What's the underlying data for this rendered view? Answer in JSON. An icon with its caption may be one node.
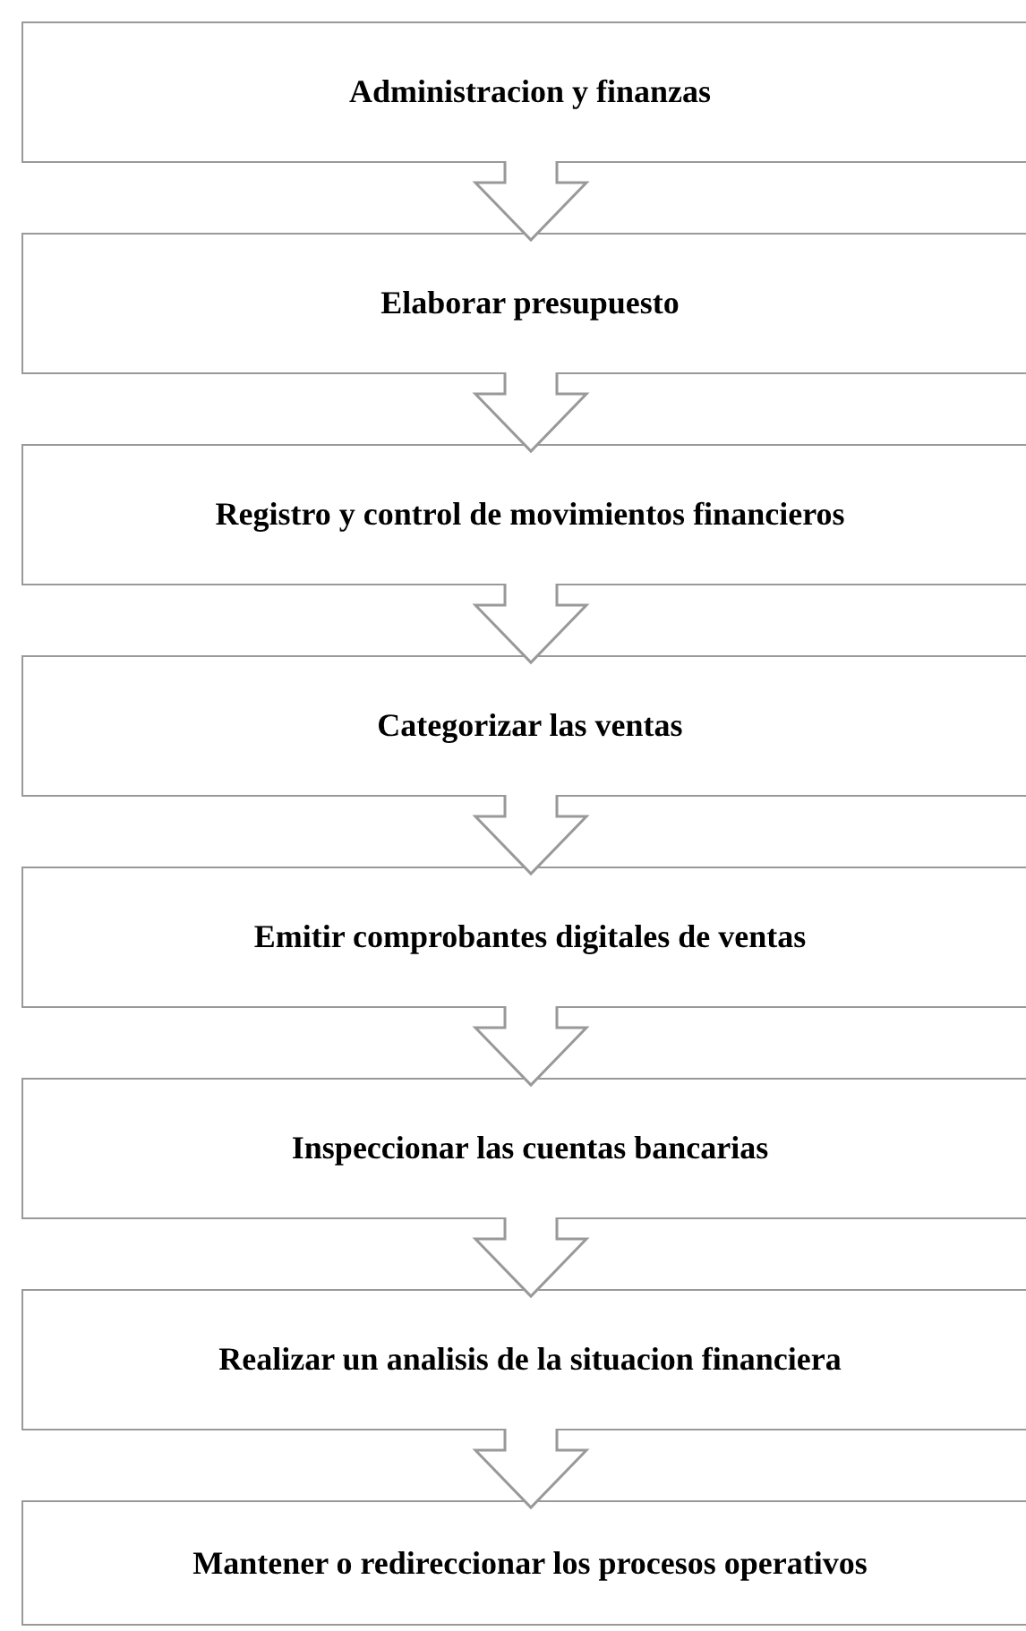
{
  "diagram": {
    "nodes": [
      {
        "text": [
          "Administracion y finanzas"
        ]
      },
      {
        "text": [
          "Elaborar presupuesto"
        ]
      },
      {
        "text": [
          "Registro y control de movimientos financieros"
        ]
      },
      {
        "text": [
          "Categorizar las ventas"
        ]
      },
      {
        "text": [
          "Emitir comprobantes digitales de ventas"
        ]
      },
      {
        "text": [
          "Inspeccionar las cuentas bancarias"
        ]
      },
      {
        "text": [
          "Realizar un analisis de la situacion financiera"
        ]
      },
      {
        "text": [
          "Mantener o redireccionar los procesos operativos"
        ]
      }
    ],
    "edges": [
      {
        "from": 0,
        "to": 1,
        "arrow": "to"
      },
      {
        "from": 1,
        "to": 2,
        "arrow": "to"
      },
      {
        "from": 2,
        "to": 3,
        "arrow": "to"
      },
      {
        "from": 3,
        "to": 4,
        "arrow": "to"
      },
      {
        "from": 4,
        "to": 5,
        "arrow": "to"
      },
      {
        "from": 5,
        "to": 6,
        "arrow": "to"
      },
      {
        "from": 6,
        "to": 7,
        "arrow": "to"
      }
    ]
  }
}
